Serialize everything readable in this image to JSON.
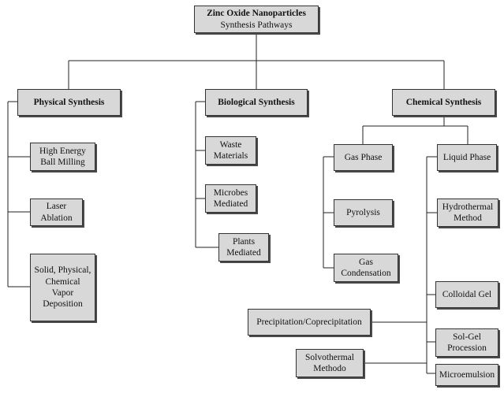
{
  "root": {
    "title": "Zinc Oxide Nanoparticles",
    "subtitle": "Synthesis Pathways"
  },
  "branches": {
    "physical": {
      "label": "Physical Synthesis",
      "children": [
        [
          "High Energy",
          "Ball Milling"
        ],
        [
          "Laser",
          "Ablation"
        ],
        [
          "Solid, Physical,",
          "Chemical",
          "Vapor",
          "Deposition"
        ]
      ]
    },
    "biological": {
      "label": "Biological Synthesis",
      "children": [
        [
          "Waste",
          "Materials"
        ],
        [
          "Microbes",
          "Mediated"
        ],
        [
          "Plants",
          "Mediated"
        ]
      ]
    },
    "chemical": {
      "label": "Chemical Synthesis",
      "gas": {
        "label": "Gas Phase",
        "children": [
          [
            "Pyrolysis"
          ],
          [
            "Gas",
            "Condensation"
          ]
        ]
      },
      "liquid": {
        "label": "Liquid Phase",
        "children": [
          [
            "Hydrothermal",
            "Method"
          ],
          [
            "Colloidal Gel"
          ],
          [
            "Sol-Gel",
            "Procession"
          ],
          [
            "Microemulsion"
          ]
        ],
        "side": [
          [
            "Precipitation/Coprecipitation"
          ],
          [
            "Solvothermal",
            "Methodo"
          ]
        ]
      }
    }
  }
}
